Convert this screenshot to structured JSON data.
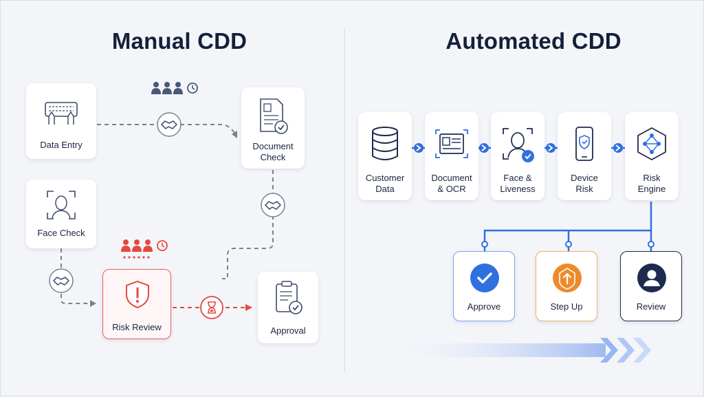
{
  "left": {
    "title": "Manual CDD",
    "nodes": {
      "data_entry": "Data Entry",
      "document_check": "Document\nCheck",
      "face_check": "Face Check",
      "risk_review": "Risk Review",
      "approval": "Approval"
    }
  },
  "right": {
    "title": "Automated CDD",
    "pipeline": [
      {
        "label": "Customer\nData",
        "icon": "database-icon"
      },
      {
        "label": "Document\n& OCR",
        "icon": "id-card-icon"
      },
      {
        "label": "Face &\nLiveness",
        "icon": "face-verify-icon"
      },
      {
        "label": "Device\nRisk",
        "icon": "phone-shield-icon"
      },
      {
        "label": "Risk\nEngine",
        "icon": "network-hex-icon"
      }
    ],
    "outcomes": [
      {
        "label": "Approve",
        "icon": "check-circle-icon",
        "color": "#2f6fe0"
      },
      {
        "label": "Step Up",
        "icon": "arrow-up-circle-icon",
        "color": "#ee8a2a"
      },
      {
        "label": "Review",
        "icon": "user-circle-icon",
        "color": "#1e2b4f"
      }
    ]
  },
  "colors": {
    "navy": "#15203a",
    "blue": "#2f6fe0",
    "red": "#e8473f",
    "gray_line": "#7b808c"
  }
}
